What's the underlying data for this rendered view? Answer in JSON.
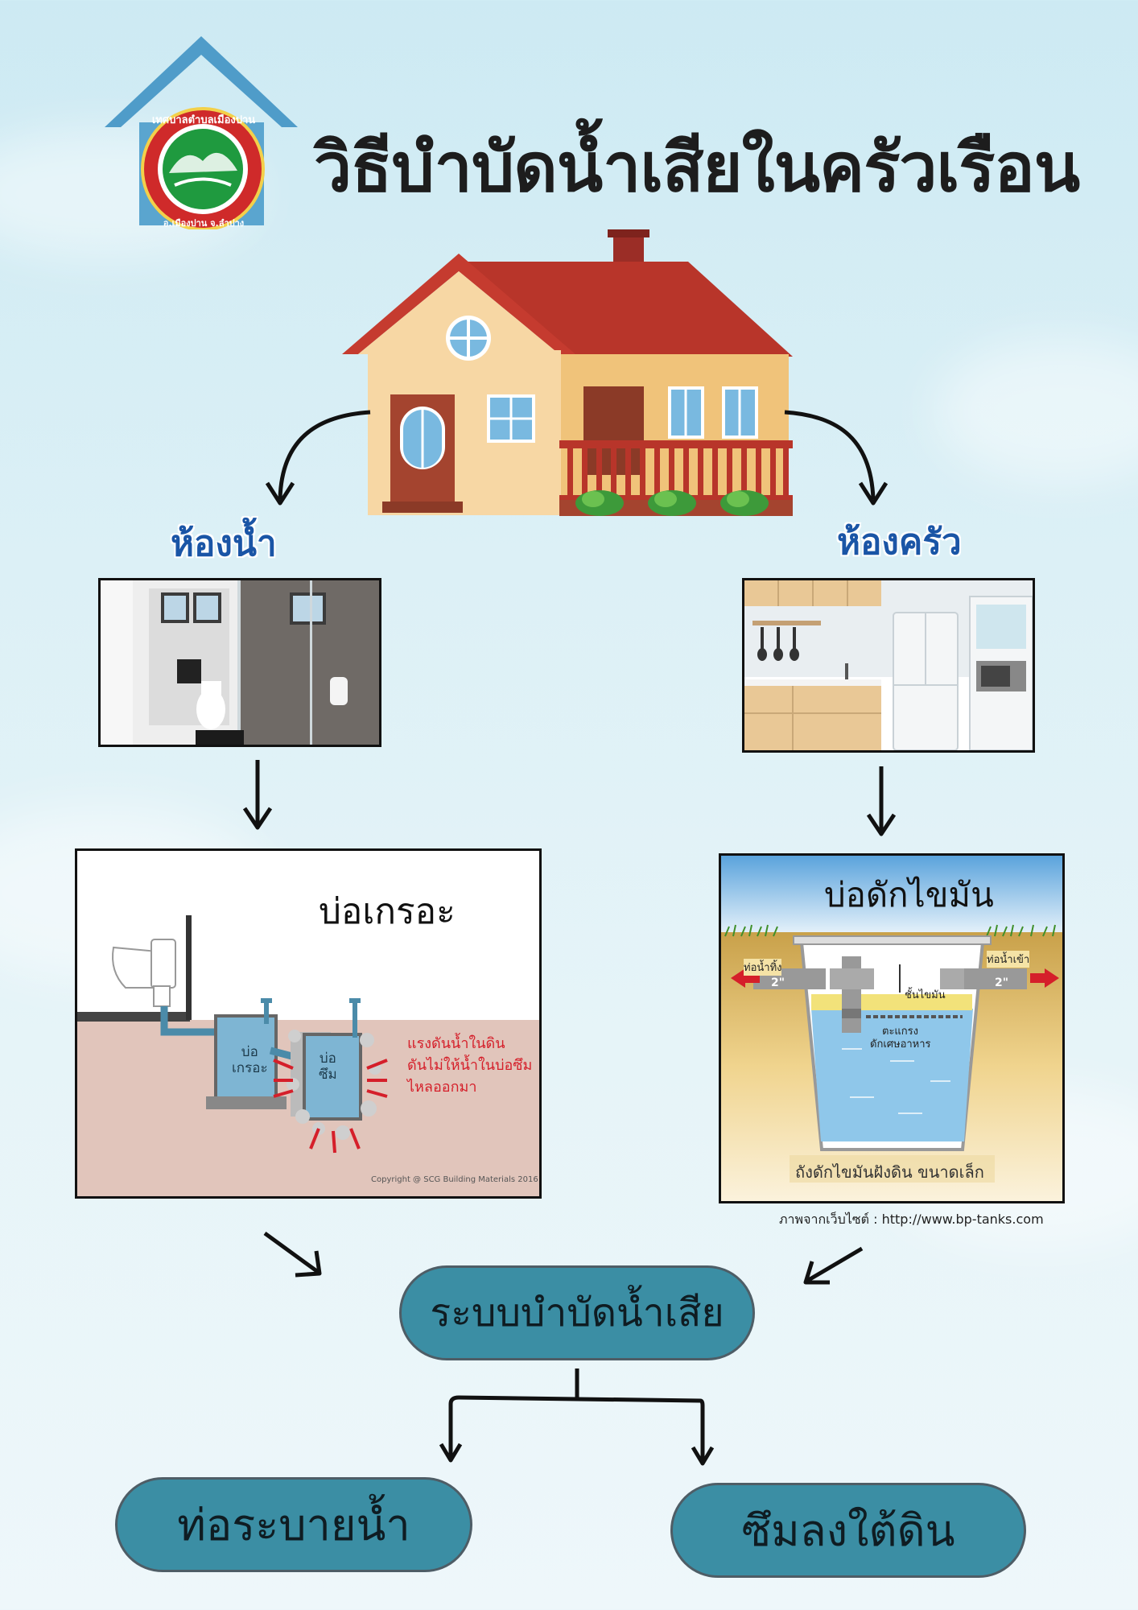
{
  "header": {
    "title": "วิธีบำบัดน้ำเสียในครัวเรือน",
    "logo": {
      "top_text": "เทศบาลตำบลเมืองปาน",
      "bottom_text": "อ.เมืองปาน จ.ลำปาง"
    }
  },
  "rooms": {
    "bathroom": {
      "label": "ห้องน้ำ"
    },
    "kitchen": {
      "label": "ห้องครัว"
    }
  },
  "septic": {
    "title": "บ่อเกรอะ",
    "tank1": "บ่อ\nเกรอะ",
    "tank2": "บ่อ\nซึม",
    "note_line1": "แรงดันน้ำในดิน",
    "note_line2": "ดันไม่ให้น้ำในบ่อซึม",
    "note_line3": "ไหลออกมา",
    "copyright": "Copyright @ SCG Building Materials 2016"
  },
  "grease": {
    "title": "บ่อดักไขมัน",
    "outlet": "ท่อน้ำทิ้ง",
    "inlet": "ท่อน้ำเข้า",
    "pipe_size": "2\"",
    "fat_layer": "ชั้นไขมัน",
    "screen_line1": "ตะแกรง",
    "screen_line2": "ดักเศษอาหาร",
    "caption": "ถังดักไขมันฝังดิน ขนาดเล็ก",
    "source": "ภาพจากเว็บไซต์ : http://www.bp-tanks.com"
  },
  "flow": {
    "treatment": "ระบบบำบัดน้ำเสีย",
    "drain": "ท่อระบายน้ำ",
    "ground": "ซึมลงใต้ดิน"
  },
  "colors": {
    "title_text": "#1d1d1d",
    "room_label": "#1a55a6",
    "pill_fill": "#3b8ea4",
    "roof": "#b8352a",
    "arrow": "#111111"
  }
}
